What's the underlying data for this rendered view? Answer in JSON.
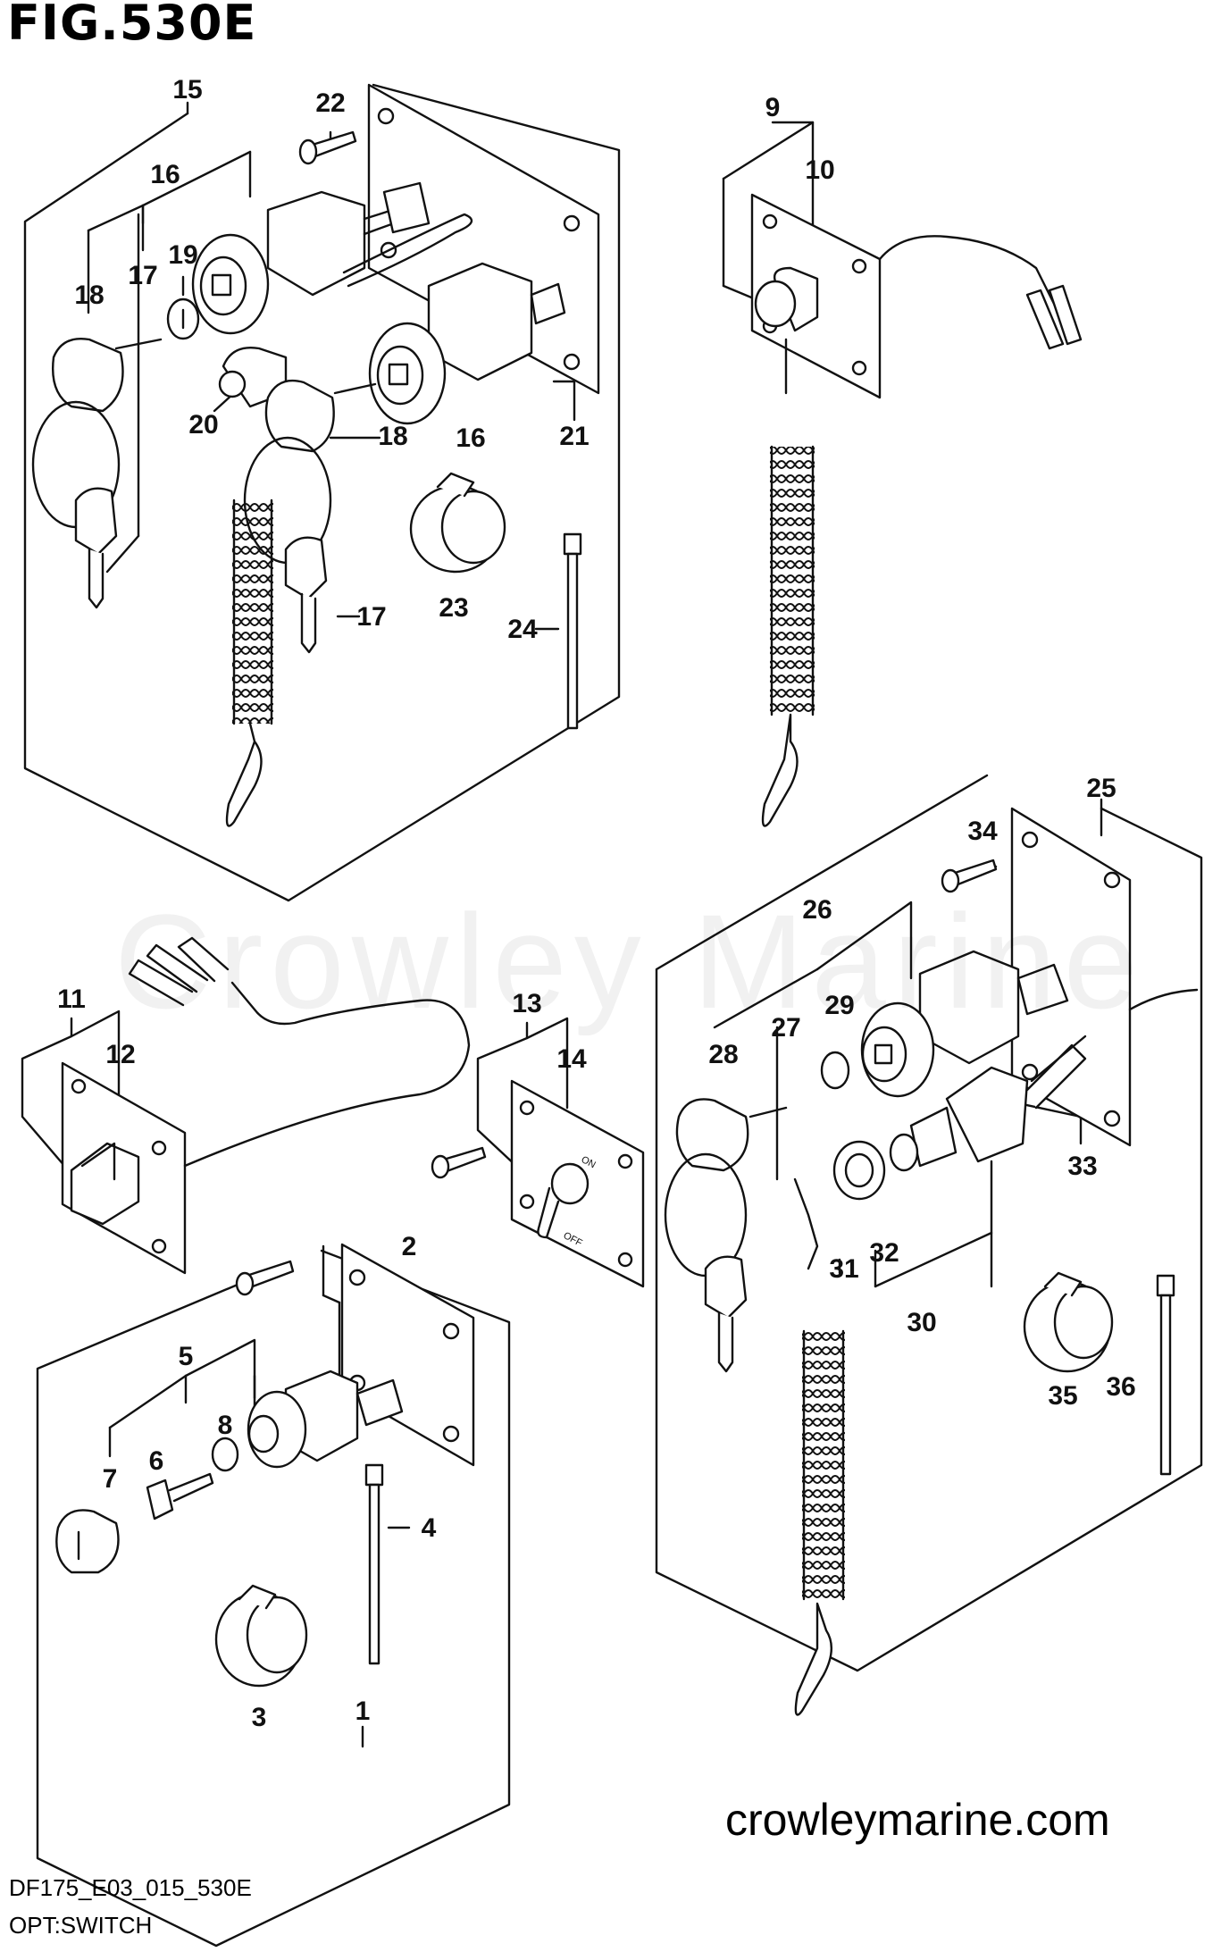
{
  "figure": {
    "title": "FIG.530E",
    "watermark": "Crowley Marine",
    "website": "crowleymarine.com",
    "drawing_code": "DF175_E03_015_530E",
    "description": "OPT:SWITCH"
  },
  "callouts": {
    "c1": "1",
    "c2": "2",
    "c3": "3",
    "c4": "4",
    "c5": "5",
    "c6": "6",
    "c7": "7",
    "c8": "8",
    "c9": "9",
    "c10": "10",
    "c11": "11",
    "c12": "12",
    "c13": "13",
    "c14": "14",
    "c15": "15",
    "c16a": "16",
    "c16b": "16",
    "c17a": "17",
    "c17b": "17",
    "c18a": "18",
    "c18b": "18",
    "c19": "19",
    "c20": "20",
    "c21": "21",
    "c22": "22",
    "c23": "23",
    "c24": "24",
    "c25": "25",
    "c26": "26",
    "c27": "27",
    "c28": "28",
    "c29": "29",
    "c30": "30",
    "c31": "31",
    "c32": "32",
    "c33": "33",
    "c34": "34",
    "c35": "35",
    "c36": "36"
  },
  "toggle_marks": {
    "on": "ON",
    "off": "OFF"
  },
  "colors": {
    "line": "#111111",
    "background": "#ffffff"
  }
}
